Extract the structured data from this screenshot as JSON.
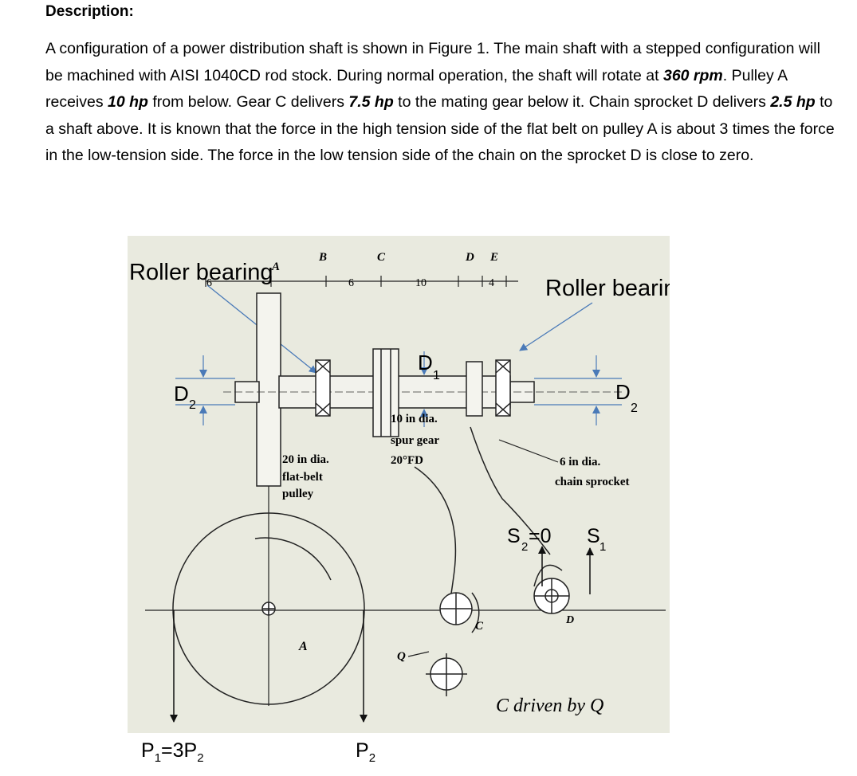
{
  "description": {
    "title": "Description:",
    "parts": [
      {
        "t": "A configuration of a power distribution shaft is shown in Figure 1.  The main shaft with a stepped configuration will be machined with AISI 1040CD rod stock.  During normal operation, the shaft will rotate at ",
        "b": false
      },
      {
        "t": "360 rpm",
        "b": true
      },
      {
        "t": ".  Pulley A receives ",
        "b": false
      },
      {
        "t": "10 hp",
        "b": true
      },
      {
        "t": " from below.  Gear C delivers ",
        "b": false
      },
      {
        "t": "7.5 hp",
        "b": true
      },
      {
        "t": " to the mating gear below it.  Chain sprocket D delivers ",
        "b": false
      },
      {
        "t": "2.5 hp",
        "b": true
      },
      {
        "t": " to a shaft above.  It is known that the force in the high tension side of the flat belt on pulley A is about 3 times the force in the low-tension side.  The force in the low tension side of the chain on the sprocket D is close to zero.",
        "b": false
      }
    ]
  },
  "figure": {
    "bearing_left": "Roller bearing",
    "bearing_right": "Roller bearing",
    "letters": {
      "A": "A",
      "B": "B",
      "C": "C",
      "D": "D",
      "E": "E"
    },
    "dims": {
      "d1": "6",
      "d2": "6",
      "d3": "10",
      "d4": "4"
    },
    "d1_main": "D",
    "d1_sub": "1",
    "d2_left_main": "D",
    "d2_left_sub": "2",
    "d2_right_main": "D",
    "d2_right_sub": "2",
    "gear_label": [
      "10 in dia.",
      "spur gear",
      "20°FD"
    ],
    "pulley_label": [
      "20 in dia.",
      "flat-belt",
      "pulley"
    ],
    "sprocket_label": [
      "6 in dia.",
      "chain sprocket"
    ],
    "s2_main": "S",
    "s2_sub": "2",
    "s2_rest": "=0",
    "s1_main": "S",
    "s1_sub": "1",
    "pulley_letter": "A",
    "gear_letter": "C",
    "sprocket_letter": "D",
    "q_letter": "Q",
    "driven_text": "C driven by Q",
    "p1_main": "P",
    "p1_sub": "1",
    "p1_eq": "=3P",
    "p1_eq_sub": "2",
    "p2_main": "P",
    "p2_sub": "2"
  }
}
